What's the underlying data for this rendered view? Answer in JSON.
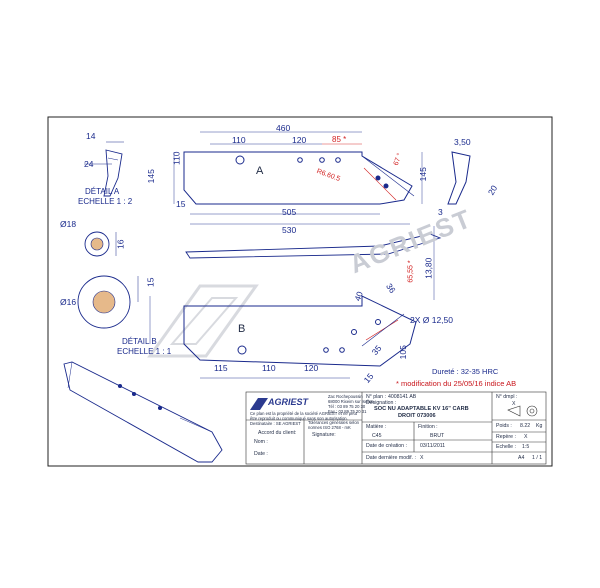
{
  "drawing": {
    "views": {
      "detail_a_label": "DÉTAIL A",
      "detail_a_scale": "ECHELLE 1 : 2",
      "detail_b_label": "DÉTAIL B",
      "detail_b_scale": "ECHELLE 1 : 1",
      "view_a": "A",
      "view_b": "B"
    },
    "dimensions_top": {
      "d460": "460",
      "d110": "110",
      "d120": "120",
      "d85": "85 *",
      "d110v": "110",
      "d145l": "145",
      "d15": "15",
      "d505": "505",
      "d530": "530",
      "r60": "R6.60.5",
      "a67": "67 °",
      "d145r": "145",
      "d3": "3",
      "d350": "3,50",
      "d20": "20"
    },
    "dimensions_detail_a": {
      "d14": "14",
      "d24": "24",
      "phi18": "Ø18",
      "d16": "16"
    },
    "dimensions_detail_b": {
      "phi16": "Ø16",
      "d15": "15"
    },
    "dimensions_bottom": {
      "d40": "40",
      "d36": "36",
      "d65": "65,55 *",
      "d1380": "13,80",
      "holes": "2X Ø 12,50",
      "d105": "105",
      "d35": "35",
      "d115": "115",
      "d110": "110",
      "d120": "120",
      "d15": "15"
    },
    "notes": {
      "hardness": "Dureté : 32-35 HRC",
      "modification": "* modification du 25/05/16 indice AB"
    },
    "watermark": "AGRIEST",
    "colors": {
      "ink": "#1a2a8c",
      "accent": "#d21f1f",
      "border": "#222222",
      "watermark": "#c9ccd4"
    }
  },
  "title_block": {
    "logo_text": "AGRIEST",
    "company_address": [
      "Zac Rochepoussin",
      "68000 Rixeim sur Iseline",
      "Tél : 03 89 75 20 30",
      "Fax : 03 89 75 20 31"
    ],
    "ownership": "Ce plan est la propriété de la société AGRIEST et ne peut être reproduit ou communiqué sans son autorisation.",
    "supplier_label": "Destinataire : SE AGRIEST",
    "tolerance_note": "Tolérances générales selon normes ISO 2768 - mK",
    "customer_agreement": "Accord du client:",
    "signature_label": "Signature:",
    "name_label": "Nom :",
    "date_label": "Date :",
    "plan_no_label": "N° plan :",
    "plan_no": "4008141 AB",
    "designation_label": "Désignation :",
    "designation_line1": "SOC NU ADAPTABLE KV 16\" CARB",
    "designation_line2": "DROIT 073006",
    "material_label": "Matière :",
    "material": "C45",
    "finish_label": "Finition :",
    "finish": "BRUT",
    "created_label": "Date de création :",
    "created": "03/11/2011",
    "modified_label": "Date dernière modif. :",
    "modified": "X",
    "nodraw_label": "N° dmpl :",
    "nodraw": "X",
    "weight_label": "Poids :",
    "weight": "8.22",
    "weight_unit": "Kg",
    "mark_label": "Repère :",
    "mark": "X",
    "scale_label": "Echelle :",
    "scale": "1:5",
    "format": "A4",
    "sheet": "1 / 1"
  }
}
